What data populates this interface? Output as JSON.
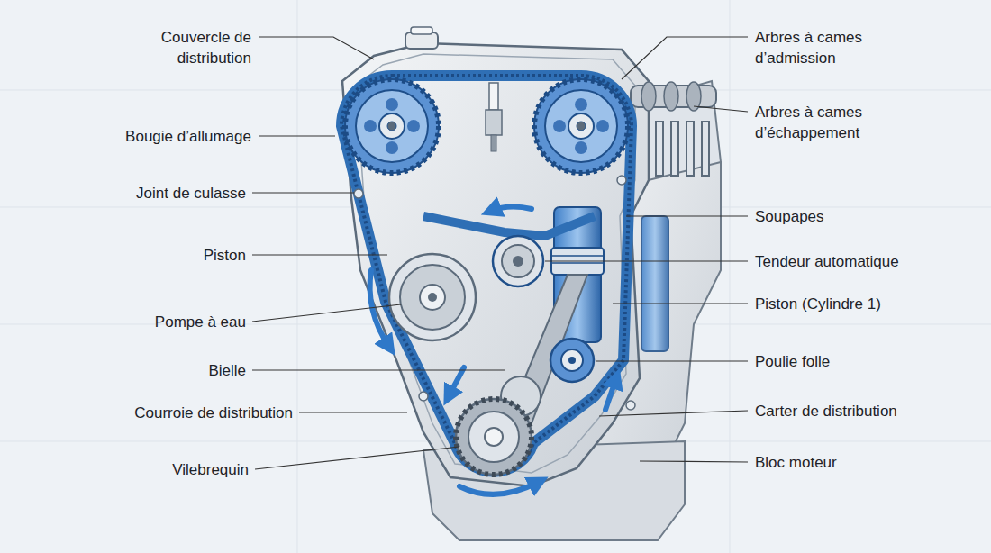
{
  "diagram": {
    "labels": [
      "Couvercle de distribution",
      "Bougie d’allumage",
      "Joint de culasse",
      "Piston",
      "Pompe à eau",
      "Bielle",
      "Courroie de distribution",
      "Vilebrequin",
      "Arbres à cames d’admission",
      "Arbres à cames d’échappement",
      "Soupapes",
      "Tendeur automatique",
      "Piston (Cylindre 1)",
      "Poulie folle",
      "Carter de distribution",
      "Bloc moteur"
    ]
  }
}
